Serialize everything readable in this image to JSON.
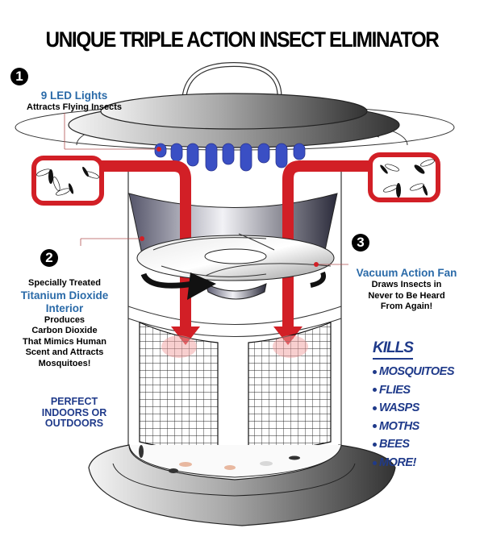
{
  "title": "UNIQUE TRIPLE ACTION INSECT ELIMINATOR",
  "callouts": [
    {
      "number": "1",
      "heading": "9 LED Lights",
      "lines": [
        "Attracts Flying Insects"
      ]
    },
    {
      "number": "2",
      "pre": "Specially Treated",
      "heading_lines": [
        "Titanium Dioxide",
        "Interior"
      ],
      "lines": [
        "Produces",
        "Carbon Dioxide",
        "That Mimics Human",
        "Scent and Attracts",
        "Mosquitoes!"
      ]
    },
    {
      "number": "3",
      "heading": "Vacuum Action Fan",
      "lines": [
        "Draws Insects in",
        "Never to Be Heard",
        "From Again!"
      ]
    }
  ],
  "perfect": [
    "PERFECT",
    "INDOORS OR",
    "OUTDOORS"
  ],
  "kills": {
    "heading": "KILLS",
    "items": [
      "MOSQUITOES",
      "FLIES",
      "WASPS",
      "MOTHS",
      "BEES",
      "MORE!"
    ]
  },
  "colors": {
    "accent_red": "#d21f26",
    "heading_blue": "#2a6aa8",
    "list_navy": "#1f3a8a",
    "led_blue": "#3a4fc4"
  },
  "diagram": {
    "led_count": 9,
    "components": [
      "handle",
      "top-cap",
      "led-lights",
      "fan-housing",
      "fan",
      "mesh-grid",
      "base",
      "insect-boxes",
      "airflow-arrows"
    ]
  }
}
